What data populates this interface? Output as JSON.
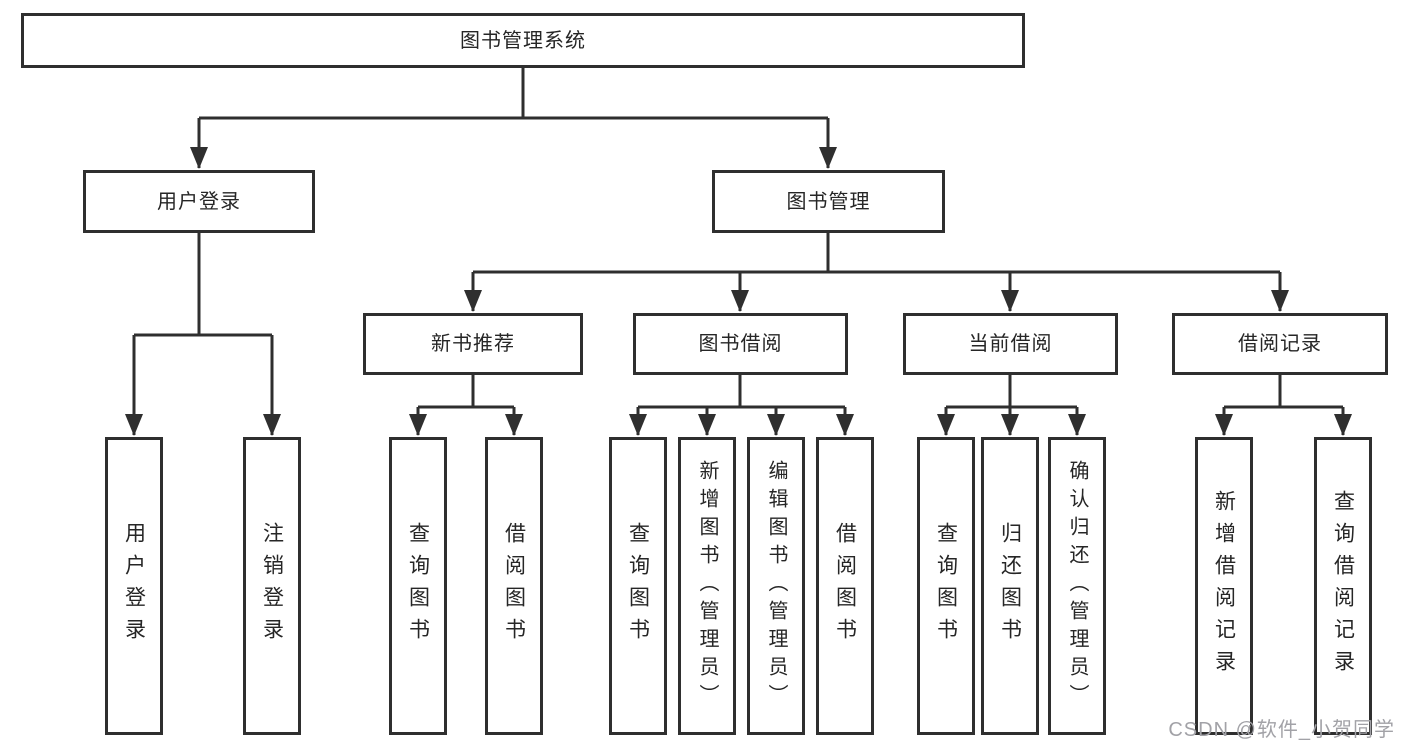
{
  "diagram": {
    "title": "图书管理系统",
    "level2": [
      {
        "id": "user-login",
        "label": "用户登录"
      },
      {
        "id": "book-management",
        "label": "图书管理"
      }
    ],
    "level3": [
      {
        "id": "new-book-recommend",
        "label": "新书推荐"
      },
      {
        "id": "book-borrow",
        "label": "图书借阅"
      },
      {
        "id": "current-borrow",
        "label": "当前借阅"
      },
      {
        "id": "borrow-records",
        "label": "借阅记录"
      }
    ],
    "leaves": [
      {
        "id": "user-login-leaf",
        "label": "用户登录",
        "parent": "用户登录"
      },
      {
        "id": "logout",
        "label": "注销登录",
        "parent": "用户登录"
      },
      {
        "id": "query-book-recommend",
        "label": "查询图书",
        "parent": "新书推荐"
      },
      {
        "id": "borrow-book-recommend",
        "label": "借阅图书",
        "parent": "新书推荐"
      },
      {
        "id": "query-book-borrow",
        "label": "查询图书",
        "parent": "图书借阅"
      },
      {
        "id": "add-book-admin",
        "label": "新增图书（管理员）",
        "parent": "图书借阅"
      },
      {
        "id": "edit-book-admin",
        "label": "编辑图书（管理员）",
        "parent": "图书借阅"
      },
      {
        "id": "borrow-book",
        "label": "借阅图书",
        "parent": "图书借阅"
      },
      {
        "id": "query-book-current",
        "label": "查询图书",
        "parent": "当前借阅"
      },
      {
        "id": "return-book",
        "label": "归还图书",
        "parent": "当前借阅"
      },
      {
        "id": "confirm-return-admin",
        "label": "确认归还（管理员）",
        "parent": "当前借阅"
      },
      {
        "id": "add-borrow-record",
        "label": "新增借阅记录",
        "parent": "借阅记录"
      },
      {
        "id": "query-borrow-record",
        "label": "查询借阅记录",
        "parent": "借阅记录"
      }
    ]
  },
  "watermark": {
    "label": "CSDN @软件_小贺同学"
  },
  "colors": {
    "line": "#2f2f2f",
    "text": "#262626",
    "watermark": "#a2a2a7",
    "background": "#ffffff"
  }
}
